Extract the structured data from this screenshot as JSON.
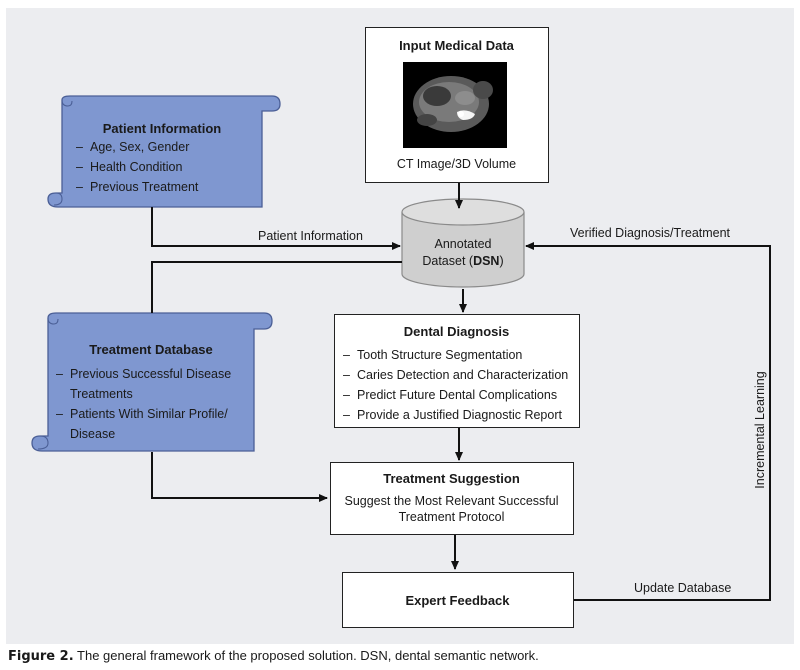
{
  "input": {
    "title": "Input Medical Data",
    "caption": "CT Image/3D Volume"
  },
  "patient": {
    "title": "Patient Information",
    "items": [
      "Age, Sex, Gender",
      "Health Condition",
      "Previous Treatment"
    ]
  },
  "dataset": {
    "line1": "Annotated",
    "line2_prefix": "Dataset (",
    "line2_bold": "DSN",
    "line2_suffix": ")"
  },
  "treatment_db": {
    "title": "Treatment Database",
    "items": [
      "Previous Successful Disease Treatments",
      "Patients With Similar Profile/ Disease"
    ]
  },
  "diagnosis": {
    "title": "Dental Diagnosis",
    "items": [
      "Tooth Structure Segmentation",
      "Caries Detection and Characterization",
      "Predict Future Dental Complications",
      "Provide a Justified Diagnostic Report"
    ]
  },
  "suggestion": {
    "title": "Treatment Suggestion",
    "body_line1": "Suggest the Most Relevant Successful",
    "body_line2": "Treatment Protocol"
  },
  "feedback": {
    "title": "Expert Feedback"
  },
  "edges": {
    "patient_info": "Patient Information",
    "verified": "Verified Diagnosis/Treatment",
    "incremental": "Incremental Learning",
    "update": "Update Database"
  },
  "figure_caption": {
    "label": "Figure 2.",
    "text": " The general framework of the proposed solution. DSN, dental semantic network."
  },
  "colors": {
    "scroll_fill": "#7f97d0",
    "scroll_stroke": "#4b5f96",
    "canvas": "#ecedf0",
    "cylinder": "#cfcfcf"
  }
}
